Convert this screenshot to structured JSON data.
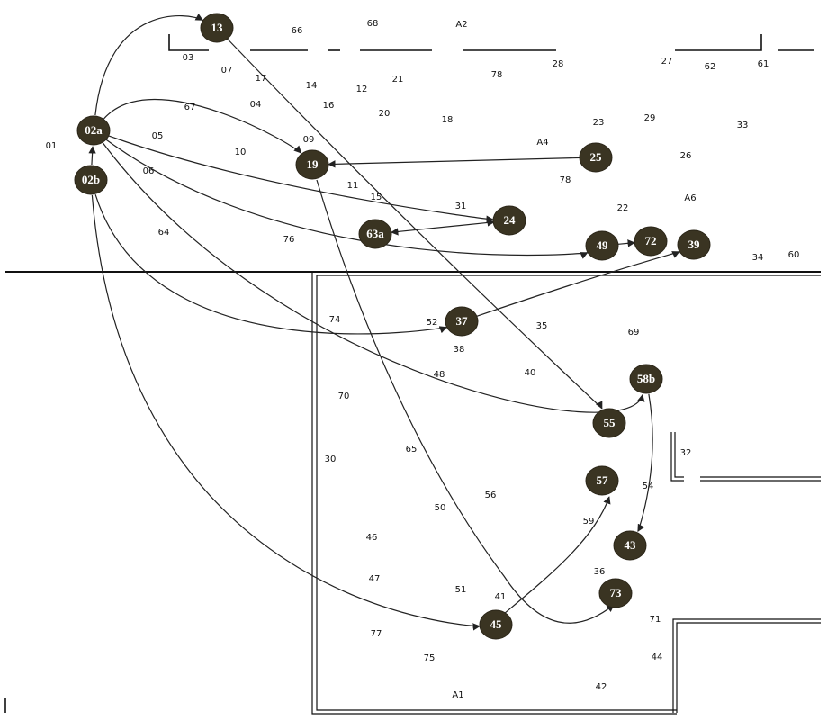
{
  "colors": {
    "node_fill": "#3a3422",
    "node_text": "#ffffff",
    "edge": "#222222",
    "wall": "#111111",
    "background": "#ffffff"
  },
  "plain_labels": [
    "01",
    "03",
    "07",
    "17",
    "66",
    "68",
    "A2",
    "78",
    "28",
    "27",
    "62",
    "61",
    "14",
    "12",
    "21",
    "16",
    "67",
    "04",
    "20",
    "18",
    "05",
    "10",
    "09",
    "23",
    "29",
    "33",
    "A4",
    "26",
    "06",
    "11",
    "15",
    "31",
    "78",
    "22",
    "A6",
    "64",
    "76",
    "34",
    "60",
    "74",
    "52",
    "35",
    "69",
    "38",
    "48",
    "40",
    "70",
    "32",
    "30",
    "65",
    "54",
    "56",
    "50",
    "59",
    "46",
    "36",
    "47",
    "51",
    "41",
    "71",
    "77",
    "75",
    "44",
    "A1",
    "42"
  ],
  "nodes": [
    "13",
    "02a",
    "02b",
    "19",
    "25",
    "24",
    "63a",
    "49",
    "72",
    "39",
    "37",
    "58b",
    "55",
    "57",
    "43",
    "73",
    "45"
  ],
  "edges": [
    {
      "from": "02b",
      "to": "02a"
    },
    {
      "from": "02a",
      "to": "13"
    },
    {
      "from": "02a",
      "to": "19"
    },
    {
      "from": "02a",
      "to": "24"
    },
    {
      "from": "02a",
      "to": "49"
    },
    {
      "from": "02a",
      "to": "58b"
    },
    {
      "from": "02b",
      "to": "37"
    },
    {
      "from": "02b",
      "to": "45"
    },
    {
      "from": "13",
      "to": "55"
    },
    {
      "from": "25",
      "to": "19"
    },
    {
      "from": "24",
      "to": "63a"
    },
    {
      "from": "49",
      "to": "72"
    },
    {
      "from": "37",
      "to": "39"
    },
    {
      "from": "58b",
      "to": "43"
    },
    {
      "from": "19",
      "to": "73"
    },
    {
      "from": "45",
      "to": "57"
    }
  ]
}
